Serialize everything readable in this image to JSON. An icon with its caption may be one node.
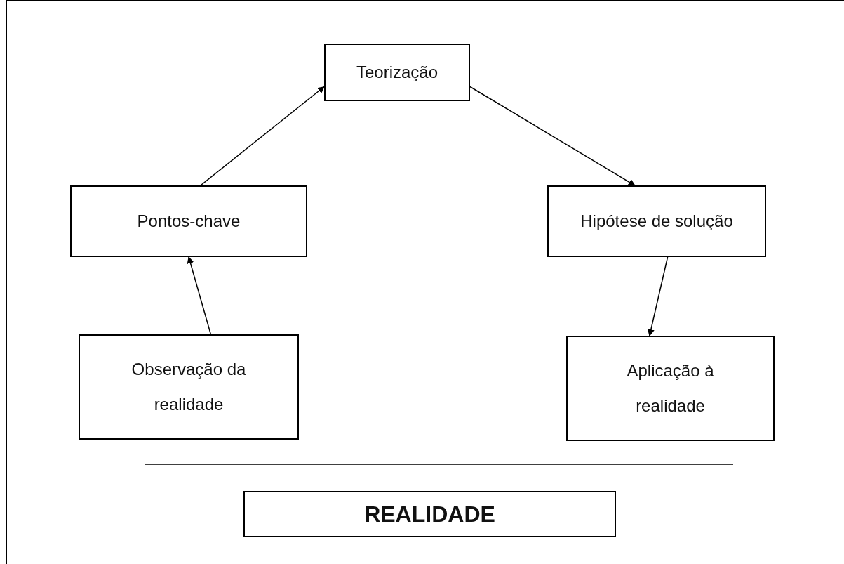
{
  "diagram": {
    "nodes": [
      {
        "text": [
          "Teorização"
        ]
      },
      {
        "text": [
          "Pontos-chave"
        ]
      },
      {
        "text": [
          "Hipótese de solução"
        ]
      },
      {
        "text": [
          "Observação da realidade"
        ]
      },
      {
        "text": [
          "Aplicação à realidade"
        ]
      },
      {
        "text": [
          "REALIDADE"
        ]
      }
    ],
    "edges": [
      {
        "from": 3,
        "to": 1,
        "arrow": "to"
      },
      {
        "from": 1,
        "to": 0,
        "arrow": "to"
      },
      {
        "from": 0,
        "to": 2,
        "arrow": "to"
      },
      {
        "from": 2,
        "to": 4,
        "arrow": "to"
      }
    ]
  }
}
